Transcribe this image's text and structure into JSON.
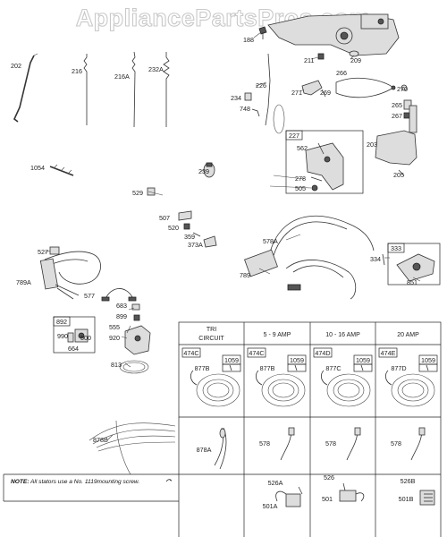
{
  "watermark": "AppliancePartsPros.com",
  "labels": [
    {
      "id": "188",
      "text": "188"
    },
    {
      "id": "202",
      "text": "202"
    },
    {
      "id": "216",
      "text": "216"
    },
    {
      "id": "216A",
      "text": "216A"
    },
    {
      "id": "232A",
      "text": "232A"
    },
    {
      "id": "211",
      "text": "211"
    },
    {
      "id": "209",
      "text": "209"
    },
    {
      "id": "266",
      "text": "266"
    },
    {
      "id": "226",
      "text": "226"
    },
    {
      "id": "271",
      "text": "271"
    },
    {
      "id": "269",
      "text": "269"
    },
    {
      "id": "270",
      "text": "270"
    },
    {
      "id": "234",
      "text": "234"
    },
    {
      "id": "748",
      "text": "748"
    },
    {
      "id": "265",
      "text": "265"
    },
    {
      "id": "267",
      "text": "267"
    },
    {
      "id": "227",
      "text": "227"
    },
    {
      "id": "562",
      "text": "562"
    },
    {
      "id": "278",
      "text": "278"
    },
    {
      "id": "505",
      "text": "505"
    },
    {
      "id": "203",
      "text": "203"
    },
    {
      "id": "205",
      "text": "205"
    },
    {
      "id": "1054",
      "text": "1054"
    },
    {
      "id": "239",
      "text": "239"
    },
    {
      "id": "529",
      "text": "529"
    },
    {
      "id": "507",
      "text": "507"
    },
    {
      "id": "520",
      "text": "520"
    },
    {
      "id": "359",
      "text": "359"
    },
    {
      "id": "373A",
      "text": "373A"
    },
    {
      "id": "578A",
      "text": "578A"
    },
    {
      "id": "333",
      "text": "333"
    },
    {
      "id": "334",
      "text": "334"
    },
    {
      "id": "851",
      "text": "851"
    },
    {
      "id": "527",
      "text": "527"
    },
    {
      "id": "789A",
      "text": "789A"
    },
    {
      "id": "789",
      "text": "789"
    },
    {
      "id": "577",
      "text": "577"
    },
    {
      "id": "683",
      "text": "683"
    },
    {
      "id": "892",
      "text": "892"
    },
    {
      "id": "899",
      "text": "899"
    },
    {
      "id": "990",
      "text": "990"
    },
    {
      "id": "500",
      "text": "500"
    },
    {
      "id": "555",
      "text": "555"
    },
    {
      "id": "920",
      "text": "920"
    },
    {
      "id": "664",
      "text": "664"
    },
    {
      "id": "813",
      "text": "813"
    },
    {
      "id": "878B",
      "text": "878B"
    }
  ],
  "table": {
    "headers": [
      {
        "id": "tri",
        "line1": "TRI",
        "line2": "CIRCUIT"
      },
      {
        "id": "amp5",
        "line1": "5 - 9 AMP",
        "line2": ""
      },
      {
        "id": "amp10",
        "line1": "10 - 16 AMP",
        "line2": ""
      },
      {
        "id": "amp20",
        "line1": "20 AMP",
        "line2": ""
      }
    ],
    "stator_codes": [
      "474C",
      "474C",
      "474D",
      "474E"
    ],
    "screw_code": "1059",
    "stator_parts": [
      "877B",
      "877B",
      "877C",
      "877D"
    ],
    "lead_parts": [
      "878A",
      "578",
      "578",
      "578"
    ],
    "bottom": [
      {
        "id": "none",
        "top": "",
        "bottom": ""
      },
      {
        "id": "r1",
        "top": "526A",
        "bottom": "501A"
      },
      {
        "id": "r2",
        "top": "526",
        "bottom": "501"
      },
      {
        "id": "r3",
        "top": "526B",
        "bottom": "501B"
      }
    ]
  },
  "note": {
    "prefix": "NOTE:",
    "text": "All stators use a No. 1119mounting screw."
  }
}
